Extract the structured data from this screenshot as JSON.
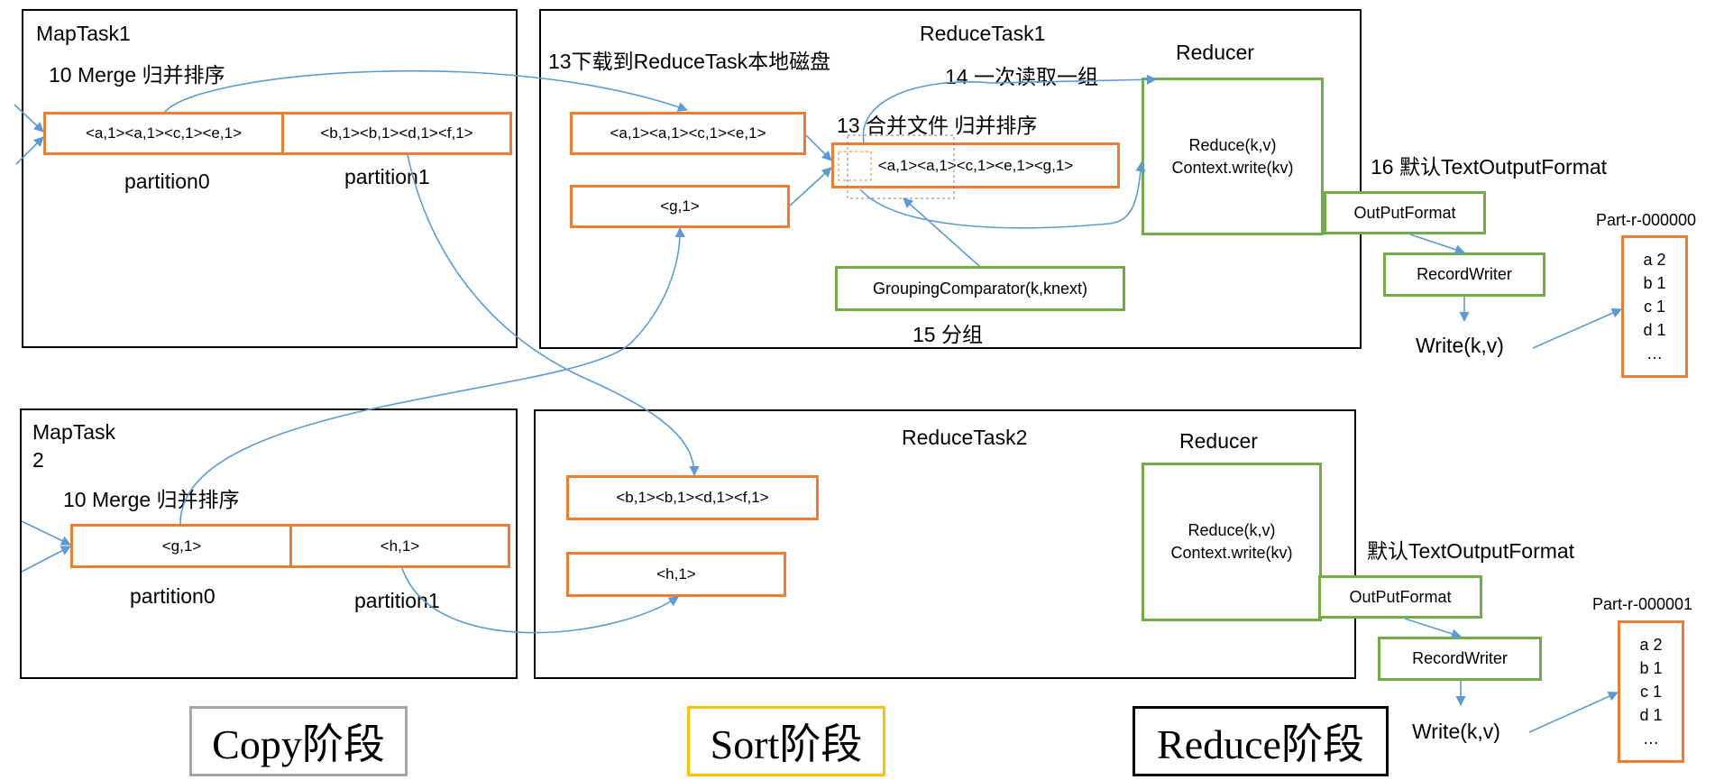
{
  "colors": {
    "orange": "#ED7D31",
    "green": "#70AD47",
    "blue": "#5B9BD5",
    "gray_stage": "#A6A6A6",
    "gold_stage": "#FFC000"
  },
  "maptask1": {
    "title": "MapTask1",
    "merge_label": "10 Merge 归并排序",
    "p0_content": "<a,1><a,1><c,1><e,1>",
    "p1_content": "<b,1><b,1><d,1><f,1>",
    "p0_label": "partition0",
    "p1_label": "partition1"
  },
  "maptask2": {
    "title_line1": "MapTask",
    "title_line2": "2",
    "merge_label": "10 Merge 归并排序",
    "p0_content": "<g,1>",
    "p1_content": "<h,1>",
    "p0_label": "partition0",
    "p1_label": "partition1"
  },
  "reducetask1": {
    "title": "ReduceTask1",
    "download_label": "13下载到ReduceTask本地磁盘",
    "file1": "<a,1><a,1><c,1><e,1>",
    "file2": "<g,1>",
    "merge_label": "13 合并文件 归并排序",
    "merged": "<a,1><a,1><c,1><e,1><g,1>",
    "read_label": "14 一次读取一组",
    "grouping": "GroupingComparator(k,knext)",
    "group_label": "15 分组",
    "reducer_title": "Reducer",
    "reduce_line1": "Reduce(k,v)",
    "reduce_line2": "Context.write(kv)"
  },
  "reducetask2": {
    "title": "ReduceTask2",
    "file1": "<b,1><b,1><d,1><f,1>",
    "file2": "<h,1>",
    "reducer_title": "Reducer",
    "reduce_line1": "Reduce(k,v)",
    "reduce_line2": "Context.write(kv)"
  },
  "output1": {
    "format_label": "16 默认TextOutputFormat",
    "outputformat": "OutPutFormat",
    "recordwriter": "RecordWriter",
    "write": "Write(k,v)",
    "file_name": "Part-r-000000",
    "lines": [
      "a 2",
      "b 1",
      "c 1",
      "d 1",
      "…"
    ]
  },
  "output2": {
    "format_label": "默认TextOutputFormat",
    "outputformat": "OutPutFormat",
    "recordwriter": "RecordWriter",
    "write": "Write(k,v)",
    "file_name": "Part-r-000001",
    "lines": [
      "a 2",
      "b 1",
      "c 1",
      "d 1",
      "…"
    ]
  },
  "stages": {
    "copy": "Copy阶段",
    "sort": "Sort阶段",
    "reduce": "Reduce阶段"
  }
}
